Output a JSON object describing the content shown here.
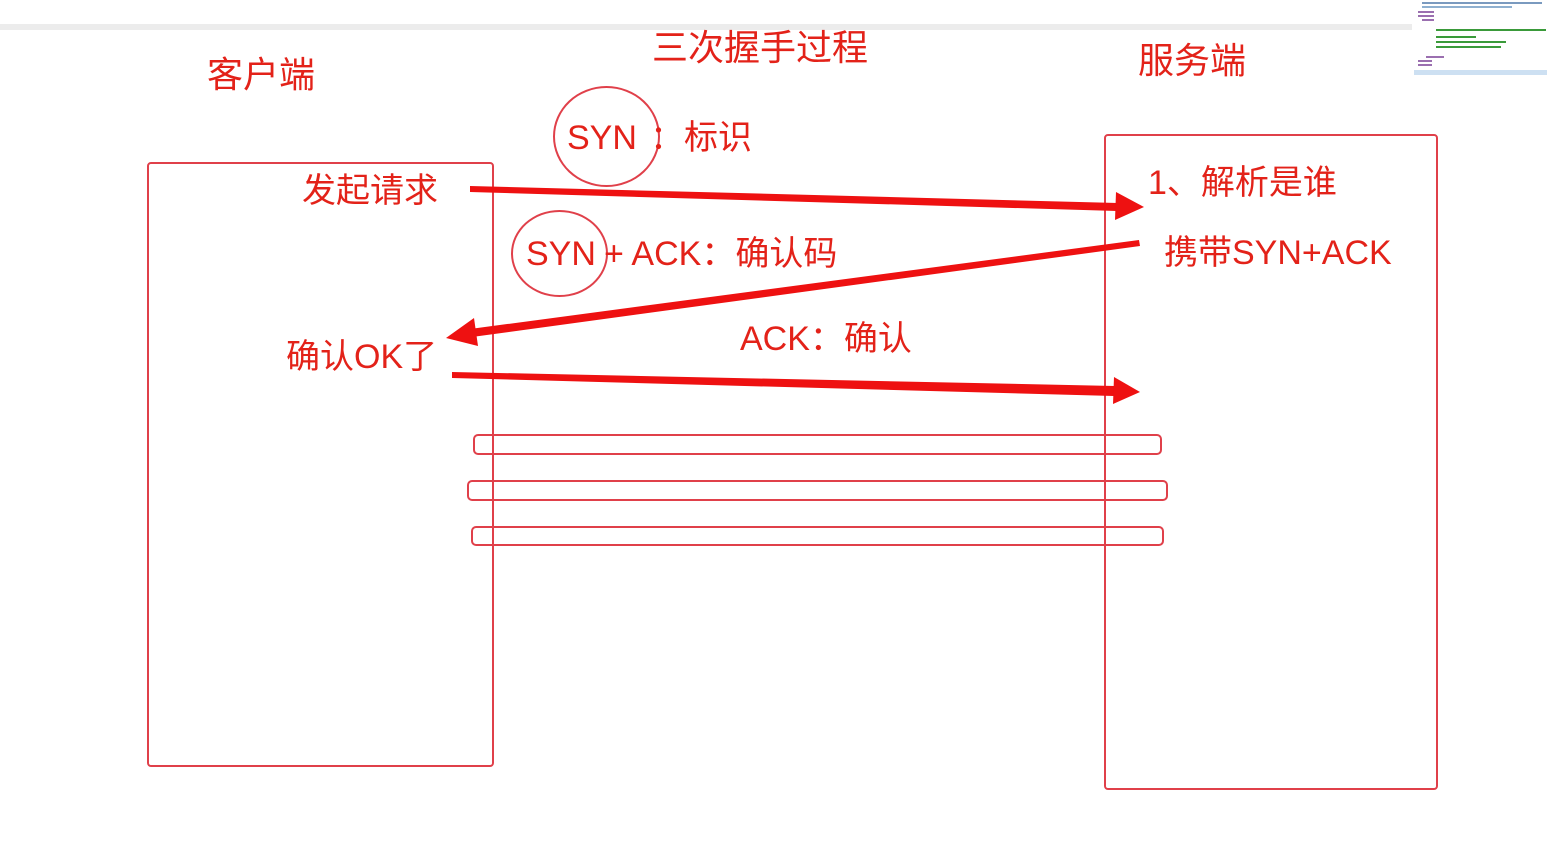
{
  "diagram": {
    "title": "三次握手过程",
    "client_label": "客户端",
    "server_label": "服务端",
    "step1_label": "发起请求",
    "syn_label": "SYN",
    "syn_suffix": "：标识",
    "server_step1": "1、解析是谁",
    "server_step2": "携带SYN+ACK",
    "synack_syn": "SYN",
    "synack_suffix": "+ ACK：确认码",
    "client_confirm": "确认OK了",
    "ack_label": "ACK：确认"
  },
  "colors": {
    "ink": "#e32219",
    "box_stroke": "#e0404a",
    "arrow": "#ee1111"
  }
}
